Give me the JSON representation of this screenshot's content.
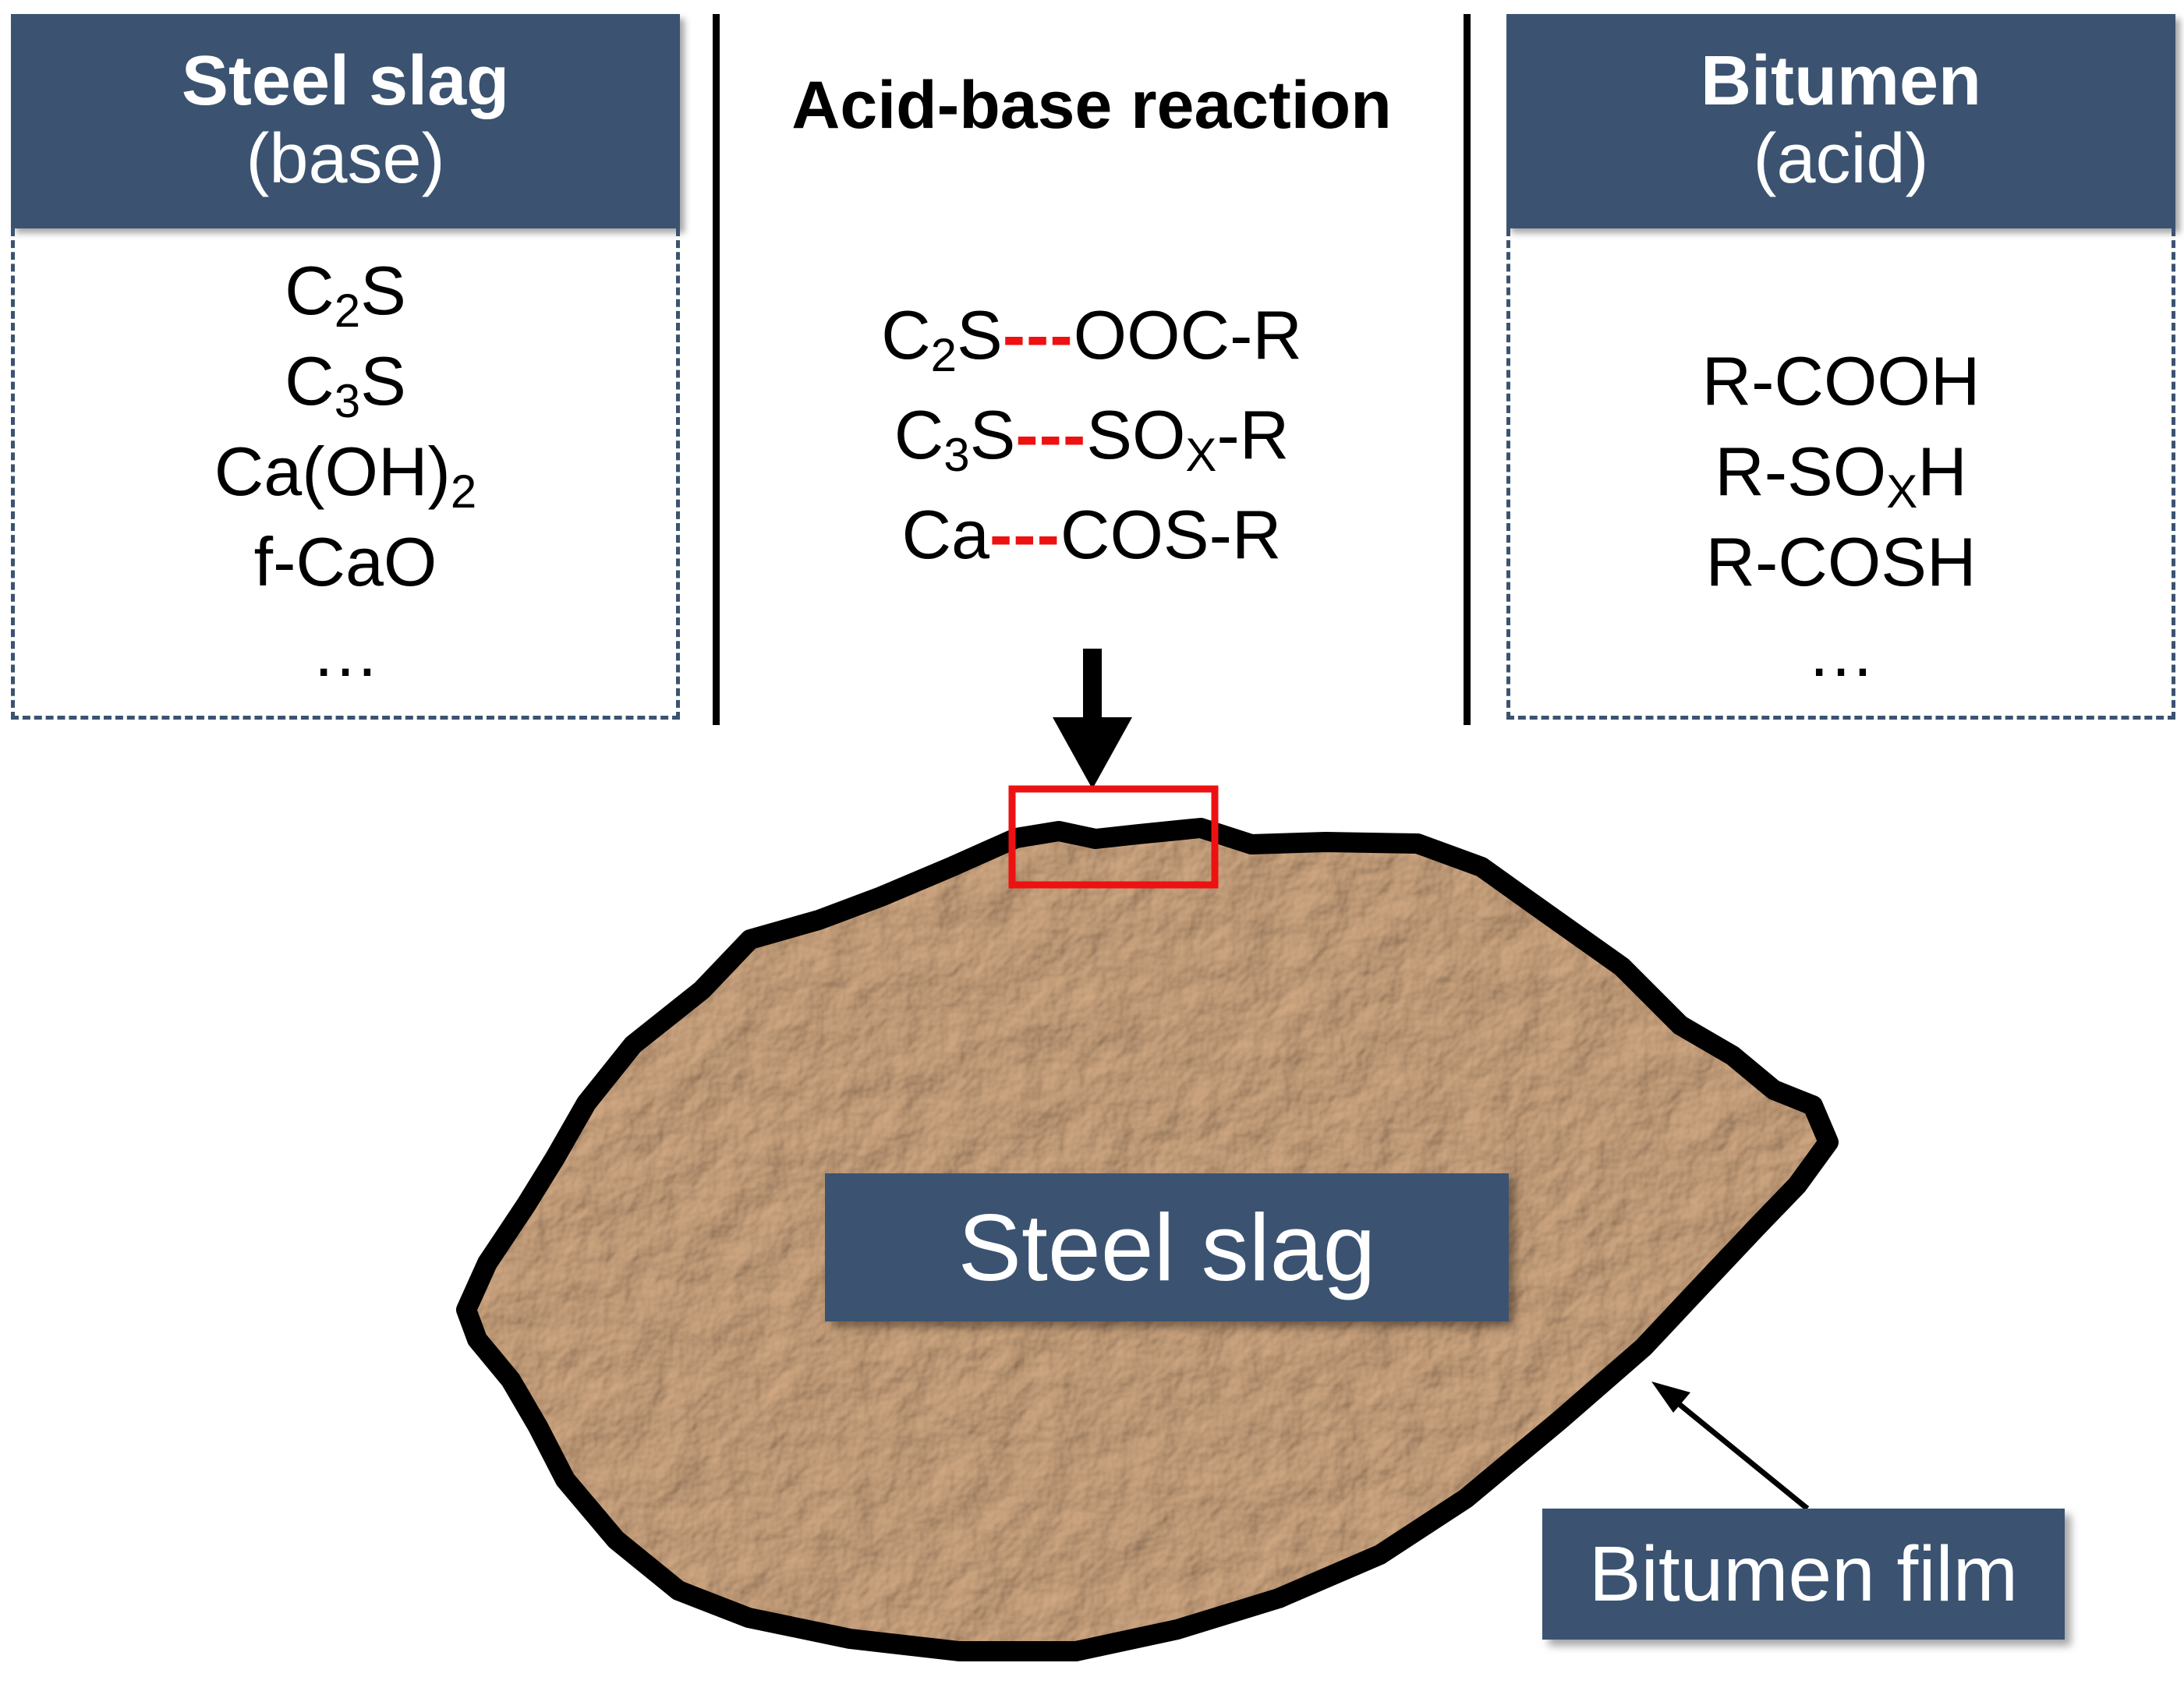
{
  "left_panel": {
    "title": "Steel slag",
    "subtitle": "(base)",
    "items": [
      {
        "main": "C",
        "sub": "2",
        "tail": "S"
      },
      {
        "main": "C",
        "sub": "3",
        "tail": "S"
      },
      {
        "main": "Ca(OH)",
        "sub": "2",
        "tail": ""
      },
      {
        "main": "f-CaO",
        "sub": "",
        "tail": ""
      },
      {
        "main": "…",
        "sub": "",
        "tail": ""
      }
    ]
  },
  "center_panel": {
    "title": "Acid-base reaction",
    "bond_symbol": "---",
    "reactions": [
      {
        "left": "C",
        "left_sub": "2",
        "left_tail": "S",
        "right": "OOC-R",
        "right_sub": "",
        "right_tail": ""
      },
      {
        "left": "C",
        "left_sub": "3",
        "left_tail": "S",
        "right": "SO",
        "right_sub": "X",
        "right_tail": "-R"
      },
      {
        "left": "Ca",
        "left_sub": "",
        "left_tail": "",
        "right": "COS-R",
        "right_sub": "",
        "right_tail": ""
      }
    ]
  },
  "right_panel": {
    "title": "Bitumen",
    "subtitle": "(acid)",
    "items": [
      {
        "main": "R-COOH",
        "sub": "",
        "tail": ""
      },
      {
        "main": "R-SO",
        "sub": "X",
        "tail": "H"
      },
      {
        "main": "R-COSH",
        "sub": "",
        "tail": ""
      },
      {
        "main": "…",
        "sub": "",
        "tail": ""
      }
    ]
  },
  "slag_label": "Steel slag",
  "film_label": "Bitumen film",
  "colors": {
    "header_bg": "#3b5371",
    "bond_red": "#ee1111",
    "slag_fill": "#b88a63",
    "outline": "#000000"
  }
}
